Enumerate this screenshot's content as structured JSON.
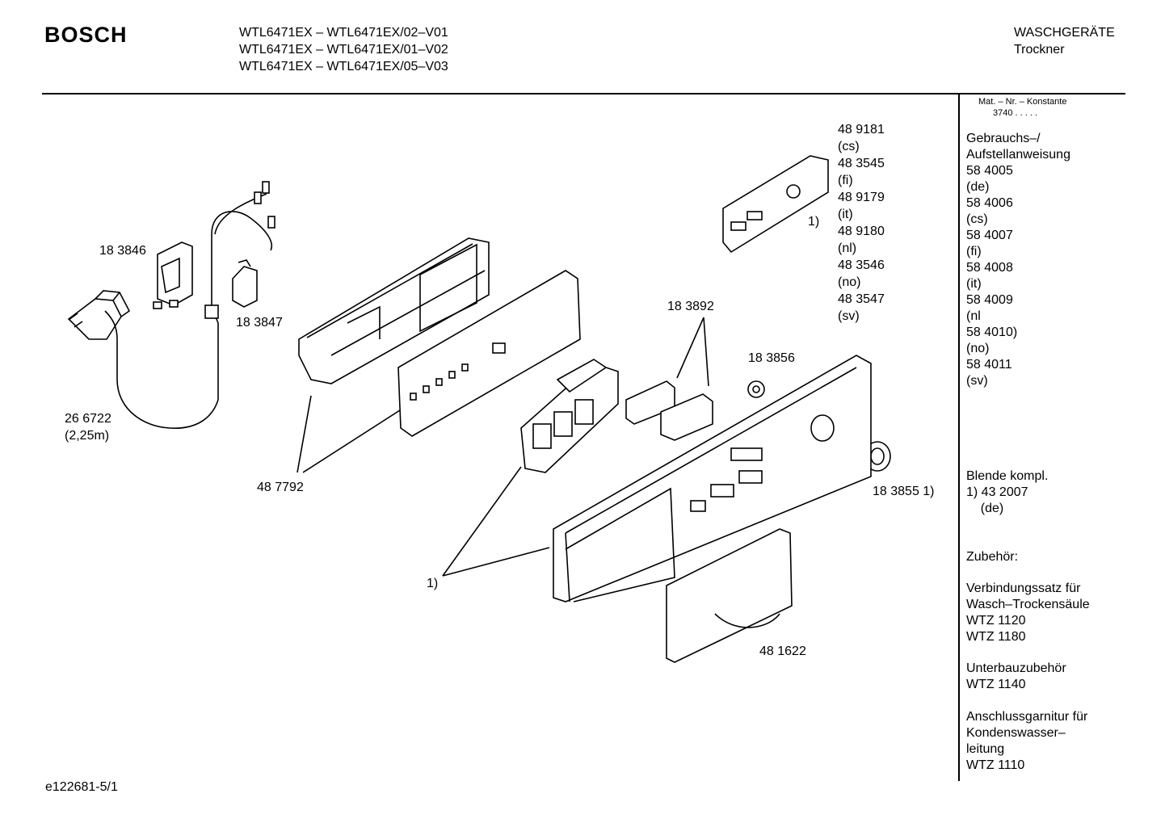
{
  "header": {
    "brand": "BOSCH",
    "models": [
      "WTL6471EX – WTL6471EX/02–V01",
      "WTL6471EX – WTL6471EX/01–V02",
      "WTL6471EX – WTL6471EX/05–V03"
    ],
    "category": "WASCHGERÄTE",
    "subcategory": "Trockner"
  },
  "sidebar": {
    "matno_title": "Mat. – Nr. – Konstante",
    "matno_value": "3740  .  .  .  .  .",
    "blocks": [
      [
        "Gebrauchs–/",
        "Aufstellanweisung",
        "58 4005",
        "(de)",
        "58 4006",
        "(cs)",
        "58 4007",
        "(fi)",
        "58 4008",
        "(it)",
        "58 4009",
        "(nl",
        "58 4010)",
        "(no)",
        "58 4011",
        "(sv)"
      ],
      [
        "Blende kompl.",
        "1) 43 2007",
        "    (de)"
      ],
      [
        "Zubehör:"
      ],
      [
        "Verbindungssatz für",
        "Wasch–Trockensäule",
        "WTZ 1120",
        "WTZ 1180"
      ],
      [
        "Unterbauzubehör",
        "WTZ 1140"
      ],
      [
        "Anschlussgarnitur für",
        "Kondenswasser–",
        "leitung",
        "WTZ 1110"
      ]
    ]
  },
  "parts": {
    "codes_list": [
      "48 9181",
      "(cs)",
      "48 3545",
      "(fi)",
      "48 9179",
      "(it)",
      "48 9180",
      "(nl)",
      "48 3546",
      "(no)",
      "48 3547",
      "(sv)"
    ],
    "p183846": "18 3846",
    "p183847": "18 3847",
    "p266722": "26 6722",
    "p266722_len": "(2,25m)",
    "p487792": "48 7792",
    "p183892": "18 3892",
    "p183856": "18 3856",
    "p183855": "18 3855 1)",
    "p481622": "48 1622",
    "note1_a": "1)",
    "note1_b": "1)"
  },
  "footer": {
    "doc_id": "e122681-5/1"
  }
}
